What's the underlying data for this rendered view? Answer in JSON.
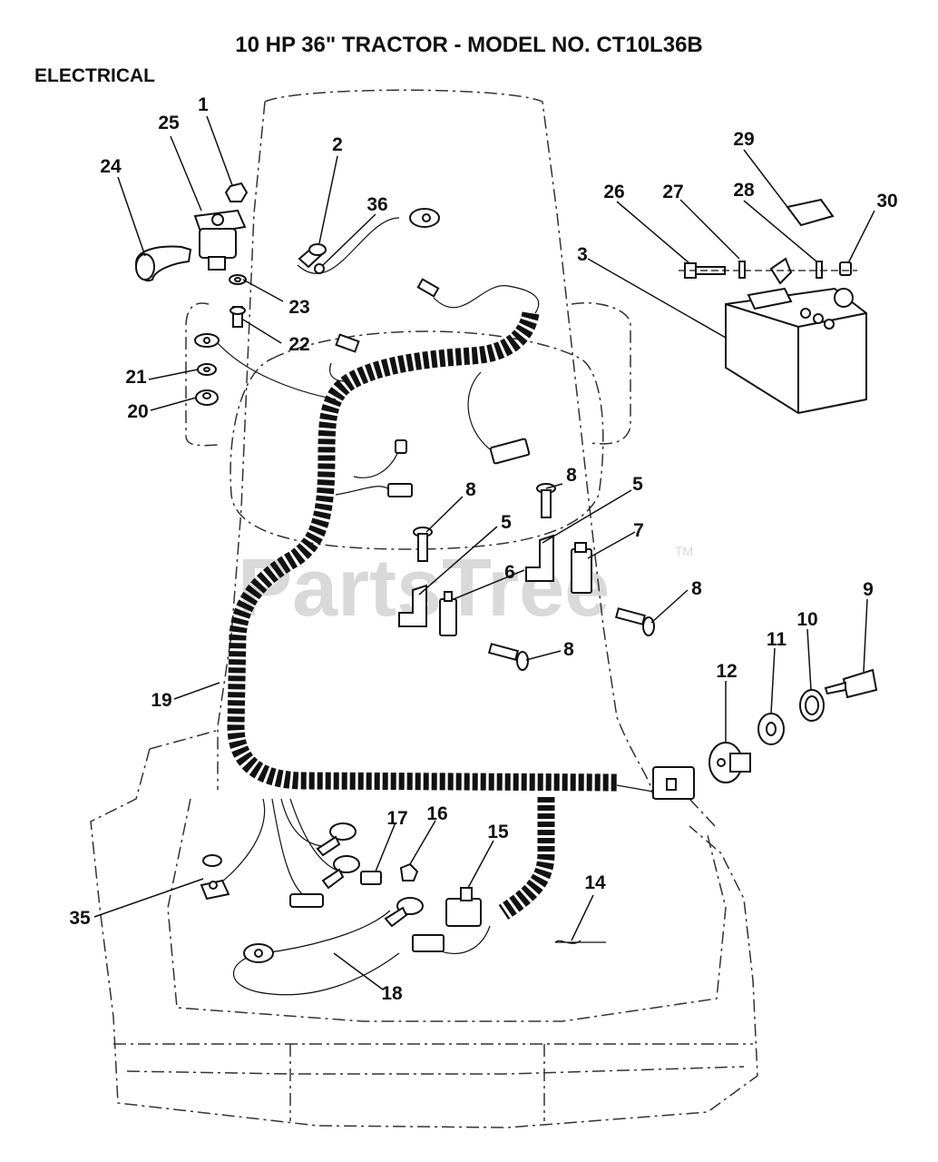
{
  "header": {
    "title": "10 HP 36\" TRACTOR - MODEL NO. CT10L36B",
    "section": "ELECTRICAL"
  },
  "watermark": {
    "text": "PartsTree",
    "tm": "TM"
  },
  "callouts": {
    "c1": "1",
    "c2": "2",
    "c3": "3",
    "c5a": "5",
    "c5b": "5",
    "c6": "6",
    "c7": "7",
    "c8a": "8",
    "c8b": "8",
    "c8c": "8",
    "c8d": "8",
    "c9": "9",
    "c10": "10",
    "c11": "11",
    "c12": "12",
    "c14": "14",
    "c15": "15",
    "c16": "16",
    "c17": "17",
    "c18": "18",
    "c19": "19",
    "c20": "20",
    "c21": "21",
    "c22": "22",
    "c23": "23",
    "c24": "24",
    "c25": "25",
    "c26": "26",
    "c27": "27",
    "c28": "28",
    "c29": "29",
    "c30": "30",
    "c35": "35",
    "c36": "36"
  }
}
